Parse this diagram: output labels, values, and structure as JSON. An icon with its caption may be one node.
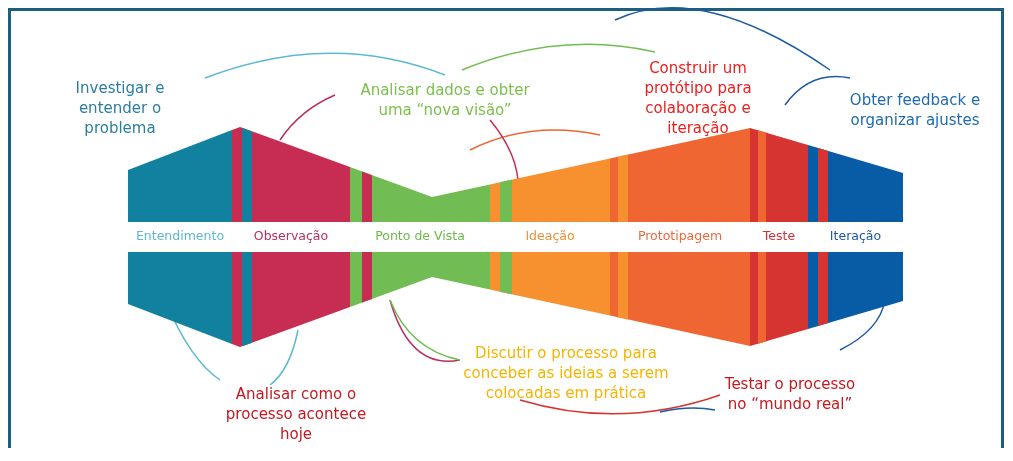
{
  "diagram": {
    "nodes": [
      {
        "text": [
          "Entendimento"
        ]
      },
      {
        "text": [
          "Observação"
        ]
      },
      {
        "text": [
          "Ponto de Vista"
        ]
      },
      {
        "text": [
          "Ideação"
        ]
      },
      {
        "text": [
          "Prototipagem"
        ]
      },
      {
        "text": [
          "Teste"
        ]
      },
      {
        "text": [
          "Iteração"
        ]
      }
    ],
    "labels": [
      "Investigar e entender o problema",
      "Analisar dados e obter uma “nova visão”",
      "Construir um protótipo para colaboração e iteração",
      "Obter feedback e organizar ajustes",
      "Discutir o processo para conceber as ideias a serem colocadas em prática",
      "Testar o processo no “mundo real”",
      "Analisar como o processo acontece hoje"
    ]
  }
}
